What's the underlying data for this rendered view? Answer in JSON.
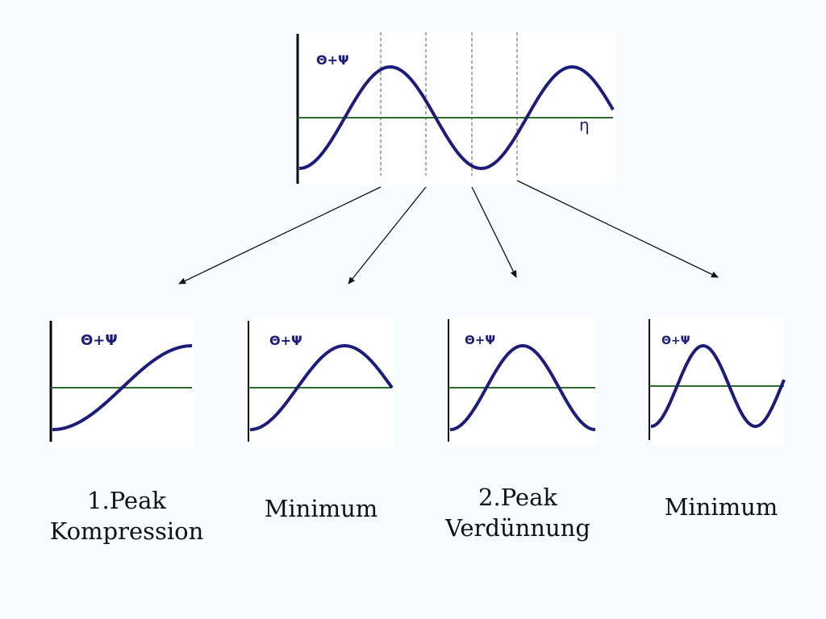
{
  "colors": {
    "background": "#f8fbff",
    "panel": "#ffffff",
    "curve": "#1c1c7a",
    "axis_line": "#2e6b2e",
    "frame": "#000000",
    "dashed": "#555555",
    "arrow": "#111111"
  },
  "main_plot": {
    "label": "Θ+Ψ",
    "x_axis_label": "η"
  },
  "sub_plots": [
    {
      "label": "Θ+Ψ"
    },
    {
      "label": "Θ+Ψ"
    },
    {
      "label": "Θ+Ψ"
    },
    {
      "label": "Θ+Ψ"
    }
  ],
  "captions": [
    {
      "line1": "1.Peak",
      "line2": "Kompression"
    },
    {
      "line1": "Minimum",
      "line2": ""
    },
    {
      "line1": "2.Peak",
      "line2": "Verdünnung"
    },
    {
      "line1": "Minimum",
      "line2": ""
    }
  ]
}
